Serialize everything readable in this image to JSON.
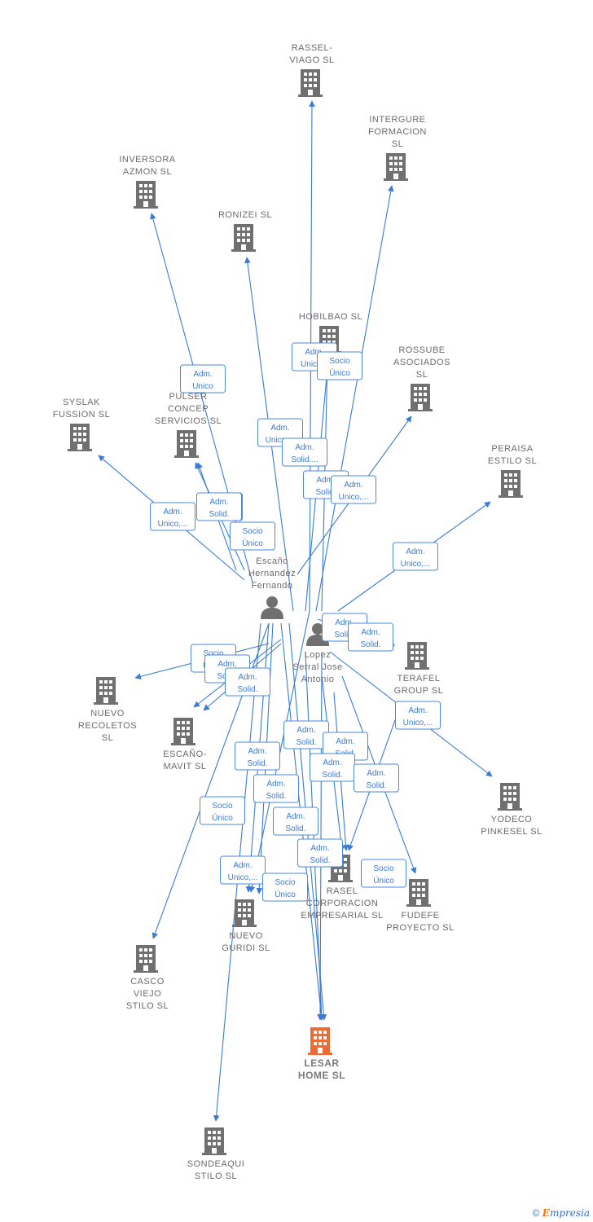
{
  "colors": {
    "edge": "#3a7bd5",
    "company": "#707070",
    "target_company": "#f06a35",
    "person": "#707070"
  },
  "nodes": [
    {
      "id": "rassel",
      "kind": "company",
      "lines": [
        "RASSEL-",
        "VIAGO SL"
      ]
    },
    {
      "id": "intergure",
      "kind": "company",
      "lines": [
        "INTERGURE",
        "FORMACION",
        "SL"
      ]
    },
    {
      "id": "inversora",
      "kind": "company",
      "lines": [
        "INVERSORA",
        "AZMON  SL"
      ]
    },
    {
      "id": "ronizei",
      "kind": "company",
      "lines": [
        "RONIZEI  SL"
      ]
    },
    {
      "id": "hobilbao",
      "kind": "company",
      "lines": [
        "HOBILBAO SL"
      ]
    },
    {
      "id": "rossube",
      "kind": "company",
      "lines": [
        "ROSSUBE",
        "ASOCIADOS",
        "SL"
      ]
    },
    {
      "id": "syslak",
      "kind": "company",
      "lines": [
        "SYSLAK",
        "FUSSION  SL"
      ]
    },
    {
      "id": "pulser",
      "kind": "company",
      "lines": [
        "PULSER",
        "CONCEP",
        "SERVICIOS SL"
      ]
    },
    {
      "id": "peraisa",
      "kind": "company",
      "lines": [
        "PERAISA",
        "ESTILO  SL"
      ]
    },
    {
      "id": "escano_person",
      "kind": "person",
      "lines": [
        "Escaño",
        "Hernandez",
        "Fernando"
      ]
    },
    {
      "id": "lopez_person",
      "kind": "person",
      "lines": [
        "Lopez",
        "Serral Jose",
        "Antonio"
      ]
    },
    {
      "id": "terafel",
      "kind": "company",
      "lines": [
        "TERAFEL",
        "GROUP SL"
      ]
    },
    {
      "id": "nuevo_recoletos",
      "kind": "company",
      "lines": [
        "NUEVO",
        "RECOLETOS",
        "SL"
      ]
    },
    {
      "id": "escano_mavit",
      "kind": "company",
      "lines": [
        "ESCAÑO-",
        "MAVIT SL"
      ]
    },
    {
      "id": "yodeco",
      "kind": "company",
      "lines": [
        "YODECO",
        "PINKESEL  SL"
      ]
    },
    {
      "id": "rasel_corp",
      "kind": "company",
      "lines": [
        "RASEL",
        "CORPORACION",
        "EMPRESARIAL SL"
      ]
    },
    {
      "id": "fudefe",
      "kind": "company",
      "lines": [
        "FUDEFE",
        "PROYECTO  SL"
      ]
    },
    {
      "id": "nuevo_guridi",
      "kind": "company",
      "lines": [
        "NUEVO",
        "GURIDI  SL"
      ]
    },
    {
      "id": "casco_viejo",
      "kind": "company",
      "lines": [
        "CASCO",
        "VIEJO",
        "STILO  SL"
      ]
    },
    {
      "id": "lesar",
      "kind": "target",
      "lines": [
        "LESAR",
        "HOME  SL"
      ]
    },
    {
      "id": "sondeaqui",
      "kind": "company",
      "lines": [
        "SONDEAQUI",
        "STILO  SL"
      ]
    }
  ],
  "edge_labels": [
    {
      "lines": [
        "Adm.",
        "Unico"
      ]
    },
    {
      "lines": [
        "Adm.",
        "Unico,..."
      ]
    },
    {
      "lines": [
        "Adm.",
        "Solid...."
      ]
    },
    {
      "lines": [
        "Adm.",
        "Unico..."
      ]
    },
    {
      "lines": [
        "Socio",
        "Único"
      ]
    },
    {
      "lines": [
        "Adm.",
        "Solid."
      ]
    },
    {
      "lines": [
        "Adm.",
        "Unico,..."
      ]
    },
    {
      "lines": [
        "Adm.",
        "Solid."
      ]
    },
    {
      "lines": [
        "Adm.",
        "Unico,..."
      ]
    },
    {
      "lines": [
        "Adm.",
        "Solid."
      ]
    },
    {
      "lines": [
        "Socio",
        "Único"
      ]
    },
    {
      "lines": [
        "Adm.",
        "Unico,..."
      ]
    },
    {
      "lines": [
        "Adm.",
        "Solid."
      ]
    },
    {
      "lines": [
        "Adm.",
        "Solid."
      ]
    },
    {
      "lines": [
        "Socio",
        "Único"
      ]
    },
    {
      "lines": [
        "Adm.",
        "Solid."
      ]
    },
    {
      "lines": [
        "Adm.",
        "Solid."
      ]
    },
    {
      "lines": [
        "Adm.",
        "Unico,..."
      ]
    },
    {
      "lines": [
        "Adm.",
        "Solid."
      ]
    },
    {
      "lines": [
        "Adm.",
        "Solid."
      ]
    },
    {
      "lines": [
        "Adm.",
        "Solid."
      ]
    },
    {
      "lines": [
        "Adm.",
        "Solid."
      ]
    },
    {
      "lines": [
        "Adm.",
        "Solid."
      ]
    },
    {
      "lines": [
        "Adm.",
        "Solid."
      ]
    },
    {
      "lines": [
        "Adm.",
        "Solid."
      ]
    },
    {
      "lines": [
        "Socio",
        "Único"
      ]
    },
    {
      "lines": [
        "Adm.",
        "Unico,..."
      ]
    },
    {
      "lines": [
        "Socio",
        "Único"
      ]
    },
    {
      "lines": [
        "Adm.",
        "Solid."
      ]
    },
    {
      "lines": [
        "Socio",
        "Único"
      ]
    }
  ],
  "footer": {
    "copyright": "©",
    "brand_initial": "E",
    "brand_rest": "mpresia"
  }
}
